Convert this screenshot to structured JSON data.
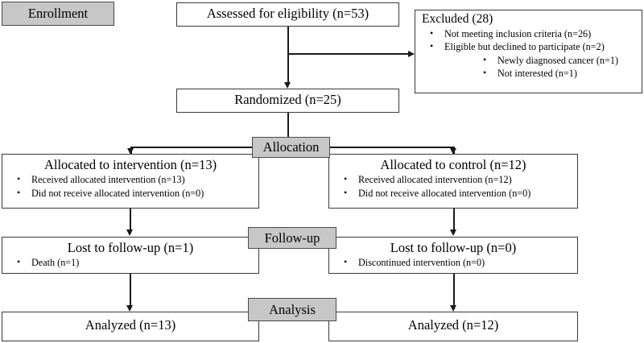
{
  "diagram": {
    "type": "consort-flow-diagram",
    "stages": [
      {
        "key": "enrollment",
        "label": "Enrollment"
      },
      {
        "key": "allocation",
        "label": "Allocation"
      },
      {
        "key": "followup",
        "label": "Follow-up"
      },
      {
        "key": "analysis",
        "label": "Analysis"
      }
    ],
    "enrollment": {
      "assessed": {
        "title": "Assessed for eligibility (n=53)"
      },
      "excluded": {
        "title": "Excluded (28)",
        "bullets": [
          {
            "text": "Not meeting inclusion criteria (n=26)",
            "sub": []
          },
          {
            "text": "Eligible but declined to participate (n=2)",
            "sub": [
              "Newly diagnosed cancer (n=1)",
              "Not interested (n=1)"
            ]
          }
        ]
      },
      "randomized": {
        "title": "Randomized (n=25)"
      }
    },
    "allocation": {
      "intervention": {
        "title": "Allocated to intervention (n=13)",
        "bullets": [
          "Received allocated intervention (n=13)",
          "Did not receive allocated intervention (n=0)"
        ]
      },
      "control": {
        "title": "Allocated to control (n=12)",
        "bullets": [
          "Received allocated intervention (n=12)",
          "Did not receive allocated intervention (n=0)"
        ]
      }
    },
    "followup": {
      "intervention": {
        "title": "Lost to follow-up (n=1)",
        "bullets": [
          "Death (n=1)"
        ]
      },
      "control": {
        "title": "Lost to follow-up (n=0)",
        "bullets": [
          "Discontinued intervention (n=0)"
        ]
      }
    },
    "analysis": {
      "intervention": {
        "title": "Analyzed (n=13)"
      },
      "control": {
        "title": "Analyzed (n=12)"
      }
    },
    "colors": {
      "stage_fill": "#c7c7c7",
      "box_border": "#3a3a3a",
      "line": "#1a1a1a",
      "background": "#ffffff"
    }
  }
}
